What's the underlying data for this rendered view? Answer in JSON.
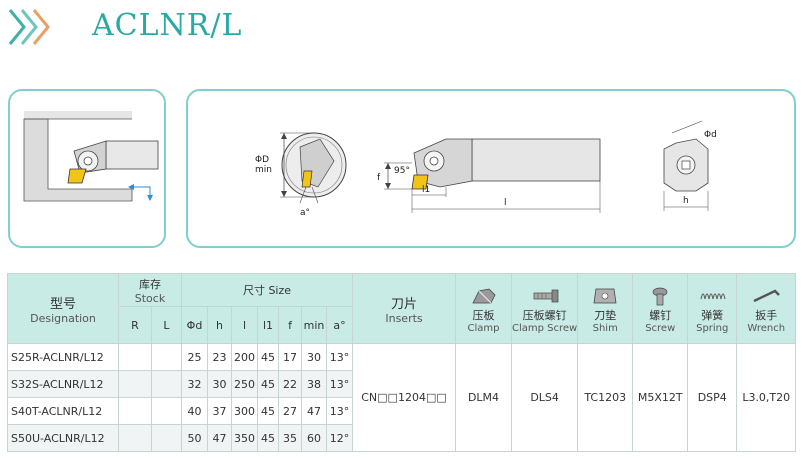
{
  "header": {
    "title": "ACLNR/L"
  },
  "diagram": {
    "d_label": "ΦD",
    "min_label": "min",
    "angle_label": "a°",
    "f_label": "f",
    "angle95": "95°",
    "l1_label": "l1",
    "l_label": "l",
    "phid_label": "Φd",
    "h_label": "h"
  },
  "table": {
    "designation_cn": "型号",
    "designation_en": "Designation",
    "stock_cn": "库存",
    "stock_en": "Stock",
    "R": "R",
    "L": "L",
    "size_title": "尺寸 Size",
    "size_cols": [
      "Φd",
      "h",
      "l",
      "l1",
      "f",
      "min",
      "a°"
    ],
    "insert_cn": "刀片",
    "insert_en": "Inserts",
    "accessories": [
      {
        "cn": "压板",
        "en": "Clamp",
        "icon": "clamp-icon"
      },
      {
        "cn": "压板螺钉",
        "en": "Clamp Screw",
        "icon": "clamp-screw-icon"
      },
      {
        "cn": "刀垫",
        "en": "Shim",
        "icon": "shim-icon"
      },
      {
        "cn": "螺钉",
        "en": "Screw",
        "icon": "screw-icon"
      },
      {
        "cn": "弹簧",
        "en": "Spring",
        "icon": "spring-icon"
      },
      {
        "cn": "扳手",
        "en": "Wrench",
        "icon": "wrench-icon"
      }
    ],
    "rows": [
      {
        "designation": "S25R-ACLNR/L12",
        "vals": [
          "25",
          "23",
          "200",
          "45",
          "17",
          "30",
          "13°"
        ]
      },
      {
        "designation": "S32S-ACLNR/L12",
        "vals": [
          "32",
          "30",
          "250",
          "45",
          "22",
          "38",
          "13°"
        ]
      },
      {
        "designation": "S40T-ACLNR/L12",
        "vals": [
          "40",
          "37",
          "300",
          "45",
          "27",
          "47",
          "13°"
        ]
      },
      {
        "designation": "S50U-ACLNR/L12",
        "vals": [
          "50",
          "47",
          "350",
          "45",
          "35",
          "60",
          "12°"
        ]
      }
    ],
    "insert_value": "CN□□1204□□",
    "clamp_value": "DLM4",
    "clamp_screw_value": "DLS4",
    "shim_value": "TC1203",
    "screw_value": "M5X12T",
    "spring_value": "DSP4",
    "wrench_value": "L3.0,T20"
  }
}
